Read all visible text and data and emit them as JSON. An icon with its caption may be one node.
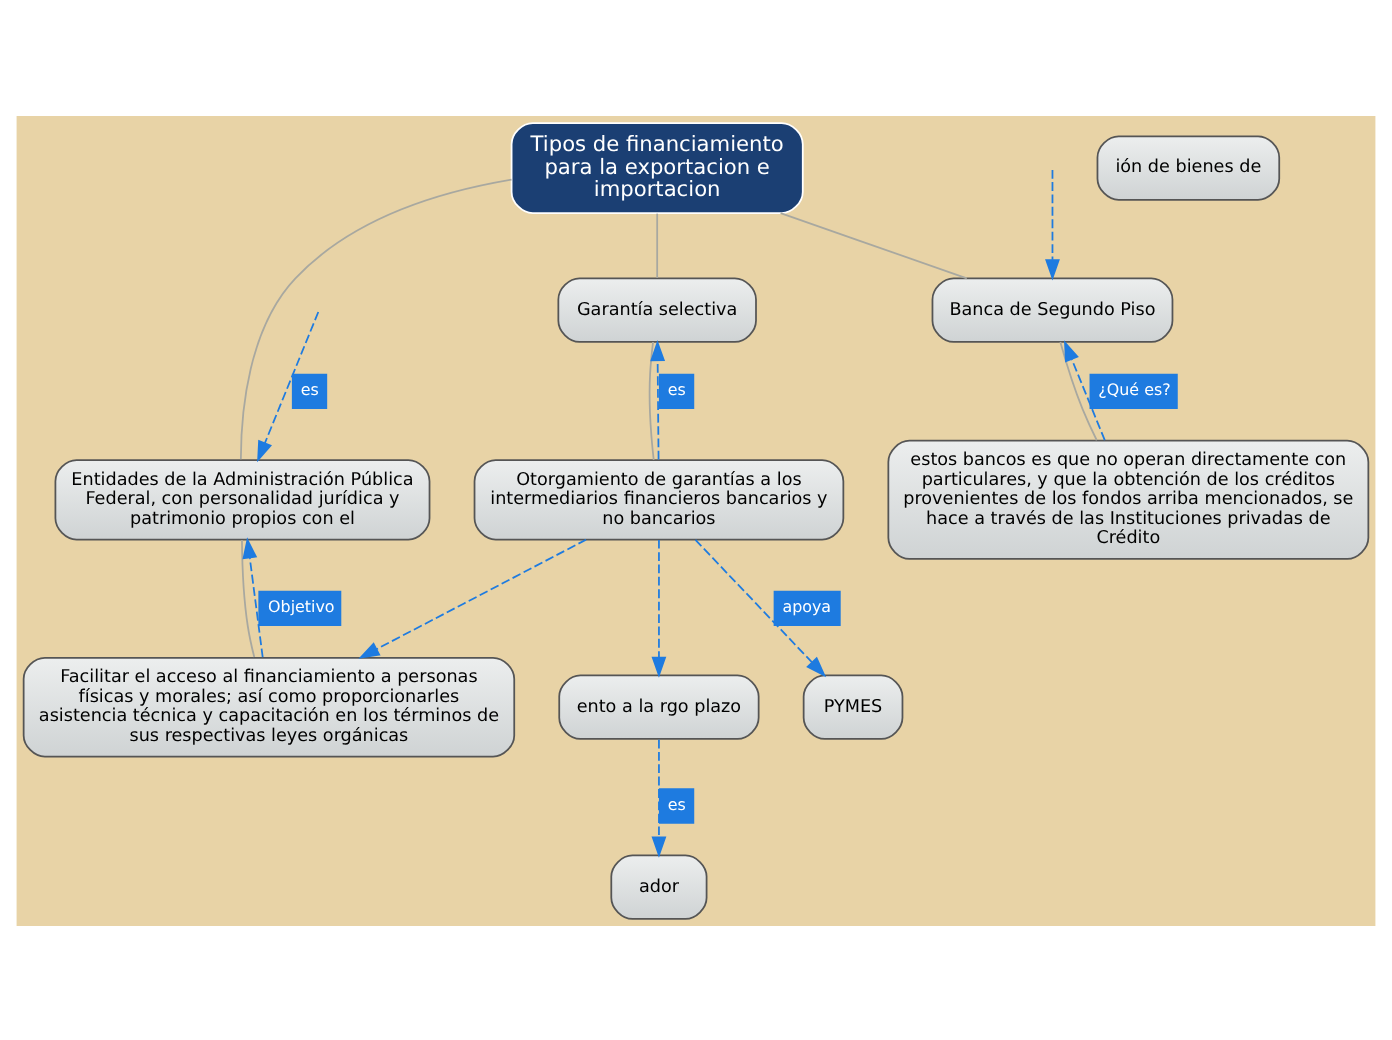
{
  "diagram": {
    "nodes": [
      {
        "text": [
          "Tipos de financiamiento para la exportacion e importacion"
        ]
      },
      {
        "text": [
          "Entidades de la Administración Pública Federal, con personalidad jurídica y patrimonio propios con el"
        ]
      },
      {
        "text": [
          "Facilitar el acceso al financiamiento a personas físicas y morales; así como proporcionarles asistencia técnica y capacitación en los términos de sus respectivas leyes orgánicas"
        ]
      },
      {
        "text": [
          "Banca de Segundo Piso"
        ]
      },
      {
        "text": [
          "estos bancos es que no operan directamente con particulares, y que la obtención de los créditos provenientes de los fondos arriba mencionados, se hace a través de las Instituciones privadas de Crédito"
        ]
      },
      {
        "text": [
          "Garantía selectiva"
        ]
      },
      {
        "text": [
          "Otorgamiento de garantías a los intermediarios financieros bancarios y no bancarios"
        ]
      },
      {
        "text": [
          "ador"
        ]
      },
      {
        "text": [
          "ento a la rgo plazo"
        ]
      },
      {
        "text": [
          "ión de bienes de"
        ]
      },
      {
        "text": [
          "PYMES"
        ]
      }
    ],
    "edges": [
      {
        "from": 0,
        "to": 1,
        "arrow": "none",
        "color": "#a8a8a0"
      },
      {
        "from": 0,
        "to": 3,
        "arrow": "none",
        "color": "#a8a8a0"
      },
      {
        "from": 0,
        "to": 5,
        "arrow": "none",
        "color": "#a8a8a0"
      },
      {
        "from": 1,
        "to": 2,
        "arrow": "none",
        "color": "#a8a8a0"
      },
      {
        "from": 3,
        "to": 4,
        "arrow": "none",
        "color": "#a8a8a0"
      },
      {
        "from": 5,
        "to": 6,
        "arrow": "none",
        "color": "#a8a8a0"
      },
      {
        "from": null,
        "to": 1,
        "arrow": "to",
        "label": "es",
        "style": "dashed"
      },
      {
        "from": null,
        "to": 3,
        "arrow": "to",
        "style": "dashed"
      },
      {
        "from": 4,
        "to": 3,
        "arrow": "to",
        "label": "¿Qué es?",
        "style": "dashed"
      },
      {
        "from": 2,
        "to": 1,
        "arrow": "to",
        "label": "Objetivo",
        "style": "dashed"
      },
      {
        "from": 6,
        "to": 2,
        "arrow": "to",
        "style": "dashed"
      },
      {
        "from": 6,
        "to": 5,
        "arrow": "to",
        "label": "es",
        "style": "dashed"
      },
      {
        "from": 8,
        "to": 7,
        "arrow": "to",
        "label": "es",
        "style": "dashed"
      },
      {
        "from": 6,
        "to": 8,
        "arrow": "to",
        "style": "dashed"
      },
      {
        "from": 6,
        "to": 10,
        "arrow": "to",
        "label": "apoya",
        "style": "dashed"
      }
    ]
  }
}
